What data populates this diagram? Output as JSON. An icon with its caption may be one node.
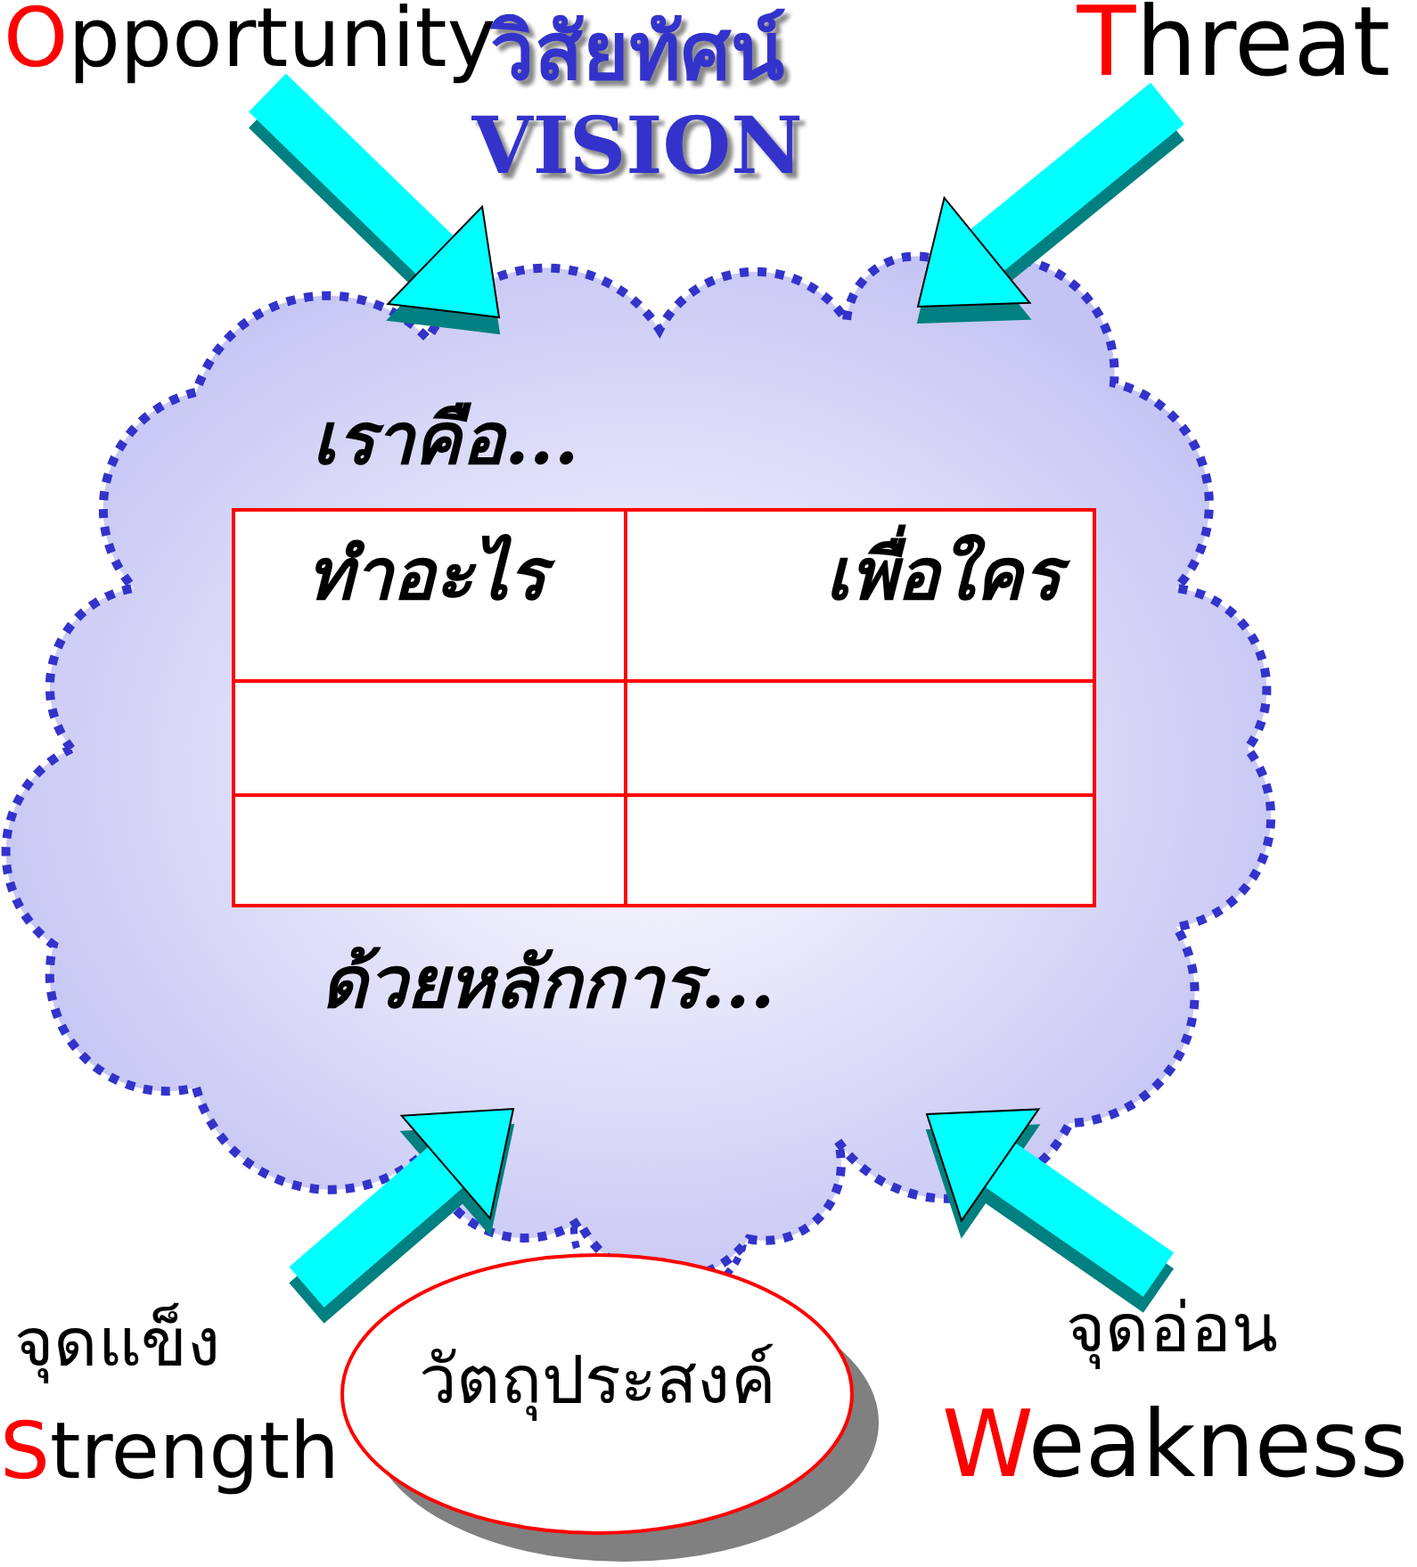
{
  "diagram": {
    "title": "วิสัยทัศน์ VISION",
    "nodes": [
      {
        "text": [
          "เราคือ...",
          "ด้วยหลักการ..."
        ]
      },
      {
        "text": [
          "ทำอะไร",
          "เพื่อใคร"
        ],
        "in": 0
      },
      {
        "text": [
          "Opportunity"
        ]
      },
      {
        "text": [
          "Threat"
        ]
      },
      {
        "text": [
          "จุดแข็ง",
          "Strength"
        ]
      },
      {
        "text": [
          "จุดอ่อน",
          "Weakness"
        ]
      },
      {
        "text": [
          "วัตถุประสงค์"
        ]
      }
    ],
    "edges": [
      {
        "from": 2,
        "to": 0,
        "arrow": "to"
      },
      {
        "from": 3,
        "to": 0,
        "arrow": "to"
      },
      {
        "from": 4,
        "to": 0,
        "arrow": "to"
      },
      {
        "from": 5,
        "to": 0,
        "arrow": "to"
      }
    ]
  }
}
